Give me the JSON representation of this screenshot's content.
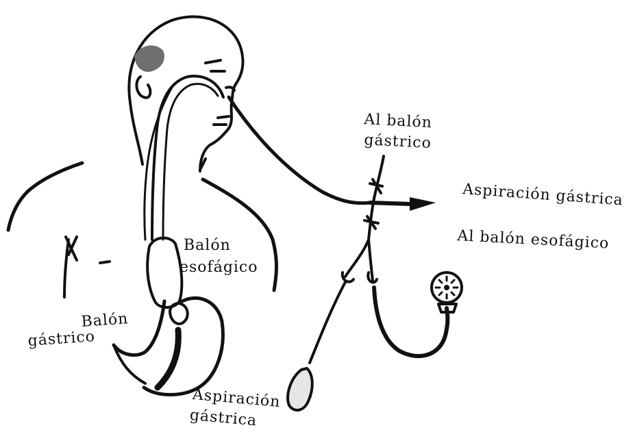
{
  "labels": {
    "al_balon_gastrico_line1": "Al balón",
    "al_balon_gastrico_line2": "gástrico",
    "aspiracion_gastrica_right": "Aspiración gástrica",
    "al_balon_esofagico": "Al balón esofágico",
    "balon_esofagico_line1": "Balón",
    "balon_esofagico_line2": "esofágico",
    "balon_gastrico_line1": "Balón",
    "balon_gastrico_line2": "gástrico",
    "aspiracion_gastrica_bottom_line1": "Aspiración",
    "aspiracion_gastrica_bottom_line2": "gástrica"
  },
  "colors": {
    "ink": "#111111",
    "background": "#ffffff"
  }
}
